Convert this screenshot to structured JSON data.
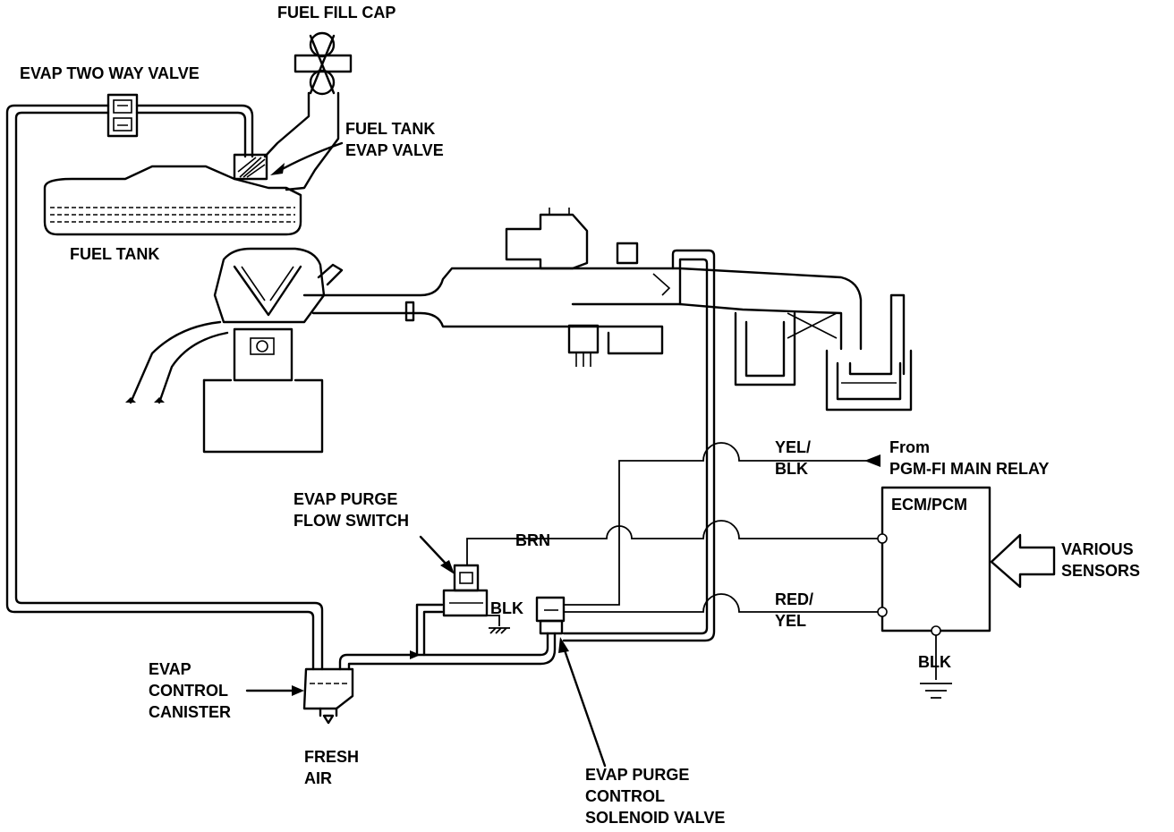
{
  "labels": {
    "fuel_fill_cap": "FUEL FILL CAP",
    "evap_two_way_valve": "EVAP TWO WAY VALVE",
    "fuel_tank_evap_valve_1": "FUEL TANK",
    "fuel_tank_evap_valve_2": "EVAP VALVE",
    "fuel_tank": "FUEL TANK",
    "evap_purge_flow_switch_1": "EVAP PURGE",
    "evap_purge_flow_switch_2": "FLOW SWITCH",
    "evap_control_canister_1": "EVAP",
    "evap_control_canister_2": "CONTROL",
    "evap_control_canister_3": "CANISTER",
    "fresh_air_1": "FRESH",
    "fresh_air_2": "AIR",
    "solenoid_valve_1": "EVAP PURGE",
    "solenoid_valve_2": "CONTROL",
    "solenoid_valve_3": "SOLENOID VALVE",
    "ecm_pcm": "ECM/PCM",
    "various_sensors_1": "VARIOUS",
    "various_sensors_2": "SENSORS",
    "from_1": "From",
    "from_2": "PGM-FI MAIN RELAY"
  },
  "wires": {
    "yel_blk_1": "YEL/",
    "yel_blk_2": "BLK",
    "brn": "BRN",
    "red_yel_1": "RED/",
    "red_yel_2": "YEL",
    "blk_switch": "BLK",
    "blk_ground": "BLK"
  }
}
